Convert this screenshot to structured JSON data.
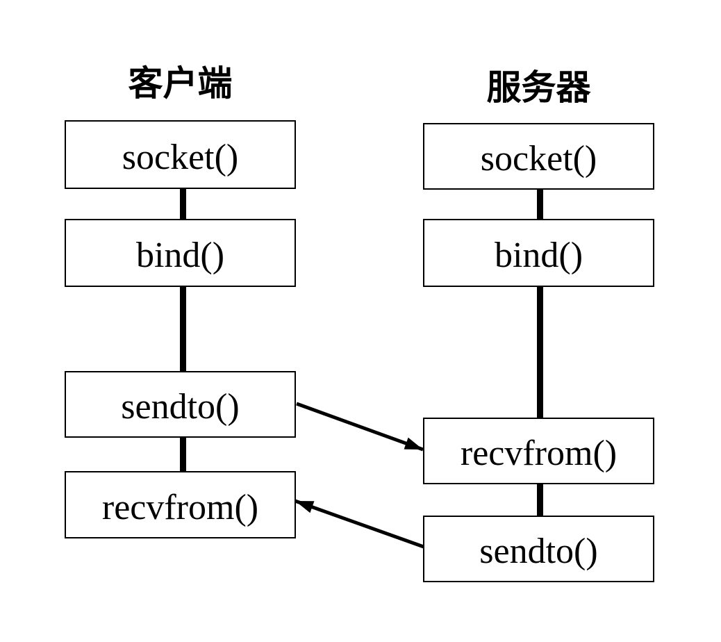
{
  "diagram": {
    "title_client": "客户端",
    "title_server": "服务器",
    "client": {
      "steps": [
        {
          "id": "client-socket",
          "label": "socket()"
        },
        {
          "id": "client-bind",
          "label": "bind()"
        },
        {
          "id": "client-sendto",
          "label": "sendto()"
        },
        {
          "id": "client-recvfrom",
          "label": "recvfrom()"
        }
      ]
    },
    "server": {
      "steps": [
        {
          "id": "server-socket",
          "label": "socket()"
        },
        {
          "id": "server-bind",
          "label": "bind()"
        },
        {
          "id": "server-recvfrom",
          "label": "recvfrom()"
        },
        {
          "id": "server-sendto",
          "label": "sendto()"
        }
      ]
    },
    "arrows": [
      {
        "from": "client-sendto",
        "to": "server-recvfrom"
      },
      {
        "from": "server-sendto",
        "to": "client-recvfrom"
      }
    ],
    "colors": {
      "background": "#ffffff",
      "line": "#000000",
      "box_border": "#000000",
      "text": "#000000"
    }
  }
}
